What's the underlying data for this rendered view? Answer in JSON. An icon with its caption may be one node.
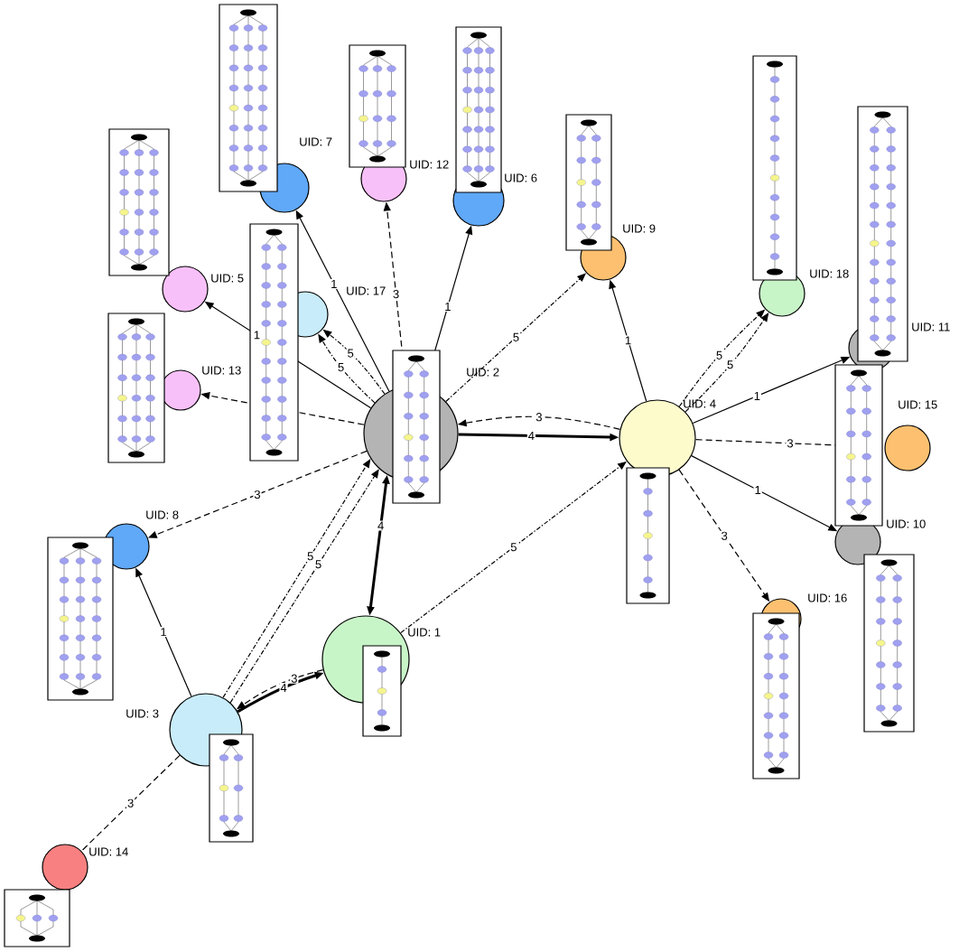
{
  "diagram": {
    "nodes": [
      {
        "text": [],
        "shape": "circle",
        "beside": [
          "UID: 1"
        ]
      },
      {
        "text": [],
        "shape": "circle",
        "beside": [
          "UID: 2"
        ]
      },
      {
        "text": [],
        "shape": "circle",
        "beside": [
          "UID: 3"
        ]
      },
      {
        "text": [],
        "shape": "circle",
        "beside": [
          "UID: 4"
        ]
      },
      {
        "text": [],
        "shape": "circle",
        "beside": [
          "UID: 5"
        ]
      },
      {
        "text": [],
        "shape": "circle",
        "beside": [
          "UID: 6"
        ]
      },
      {
        "text": [],
        "shape": "circle",
        "beside": [
          "UID: 7"
        ]
      },
      {
        "text": [],
        "shape": "circle",
        "beside": [
          "UID: 8"
        ]
      },
      {
        "text": [],
        "shape": "circle",
        "beside": [
          "UID: 9"
        ]
      },
      {
        "text": [],
        "shape": "circle",
        "beside": [
          "UID: 10"
        ]
      },
      {
        "text": [],
        "shape": "circle",
        "beside": [
          "UID: 11"
        ]
      },
      {
        "text": [],
        "shape": "circle",
        "beside": [
          "UID: 12"
        ]
      },
      {
        "text": [],
        "shape": "circle",
        "beside": [
          "UID: 13"
        ]
      },
      {
        "text": [],
        "shape": "circle",
        "beside": [
          "UID: 14"
        ]
      },
      {
        "text": [],
        "shape": "circle",
        "beside": [
          "UID: 15"
        ]
      },
      {
        "text": [],
        "shape": "circle",
        "beside": [
          "UID: 16"
        ]
      },
      {
        "text": [],
        "shape": "circle",
        "beside": [
          "UID: 17"
        ]
      },
      {
        "text": [],
        "shape": "circle",
        "beside": [
          "UID: 18"
        ]
      }
    ],
    "edges": [
      {
        "from": 1,
        "to": 6,
        "arrow": "to",
        "label": "1"
      },
      {
        "from": 1,
        "to": 16,
        "arrow": "to",
        "label": "5",
        "style": "dashed"
      },
      {
        "from": 1,
        "to": 16,
        "arrow": "to",
        "label": "5",
        "style": "dashed"
      },
      {
        "from": 1,
        "to": 4,
        "arrow": "to",
        "label": "1"
      },
      {
        "from": 1,
        "to": 12,
        "arrow": "to",
        "style": "dashed"
      },
      {
        "from": 1,
        "to": 11,
        "arrow": "to",
        "label": "3",
        "style": "dashed"
      },
      {
        "from": 1,
        "to": 5,
        "arrow": "to",
        "label": "1"
      },
      {
        "from": 1,
        "to": 8,
        "arrow": "to",
        "label": "5",
        "style": "dashed"
      },
      {
        "from": 1,
        "to": 7,
        "arrow": "to",
        "label": "3",
        "style": "dashed"
      },
      {
        "from": 1,
        "to": 3,
        "arrow": "to",
        "label": "4",
        "style": "thick"
      },
      {
        "from": 3,
        "to": 1,
        "arrow": "to",
        "label": "3",
        "style": "dashed"
      },
      {
        "from": 3,
        "to": 8,
        "arrow": "to",
        "label": "1"
      },
      {
        "from": 3,
        "to": 17,
        "arrow": "to",
        "label": "5",
        "style": "dashed"
      },
      {
        "from": 3,
        "to": 17,
        "arrow": "to",
        "label": "5",
        "style": "dashed"
      },
      {
        "from": 3,
        "to": 10,
        "arrow": "to",
        "label": "1"
      },
      {
        "from": 3,
        "to": 14,
        "arrow": "none",
        "label": "3",
        "style": "dashed"
      },
      {
        "from": 3,
        "to": 9,
        "arrow": "to",
        "label": "1"
      },
      {
        "from": 3,
        "to": 15,
        "arrow": "to",
        "label": "3",
        "style": "dashed"
      },
      {
        "from": 0,
        "to": 3,
        "arrow": "to",
        "label": "5",
        "style": "dashed"
      },
      {
        "from": 1,
        "to": 0,
        "arrow": "both",
        "label": "4",
        "style": "thick"
      },
      {
        "from": 2,
        "to": 1,
        "arrow": "to",
        "label": "5",
        "style": "dashed"
      },
      {
        "from": 2,
        "to": 1,
        "arrow": "to",
        "label": "5",
        "style": "dashed"
      },
      {
        "from": 2,
        "to": 0,
        "arrow": "to",
        "label": "4",
        "style": "thick"
      },
      {
        "from": 0,
        "to": 2,
        "arrow": "to",
        "label": "3",
        "style": "dashed"
      },
      {
        "from": 2,
        "to": 7,
        "arrow": "to",
        "label": "1"
      },
      {
        "from": 2,
        "to": 13,
        "arrow": "none",
        "label": "3",
        "style": "dashed"
      }
    ]
  }
}
